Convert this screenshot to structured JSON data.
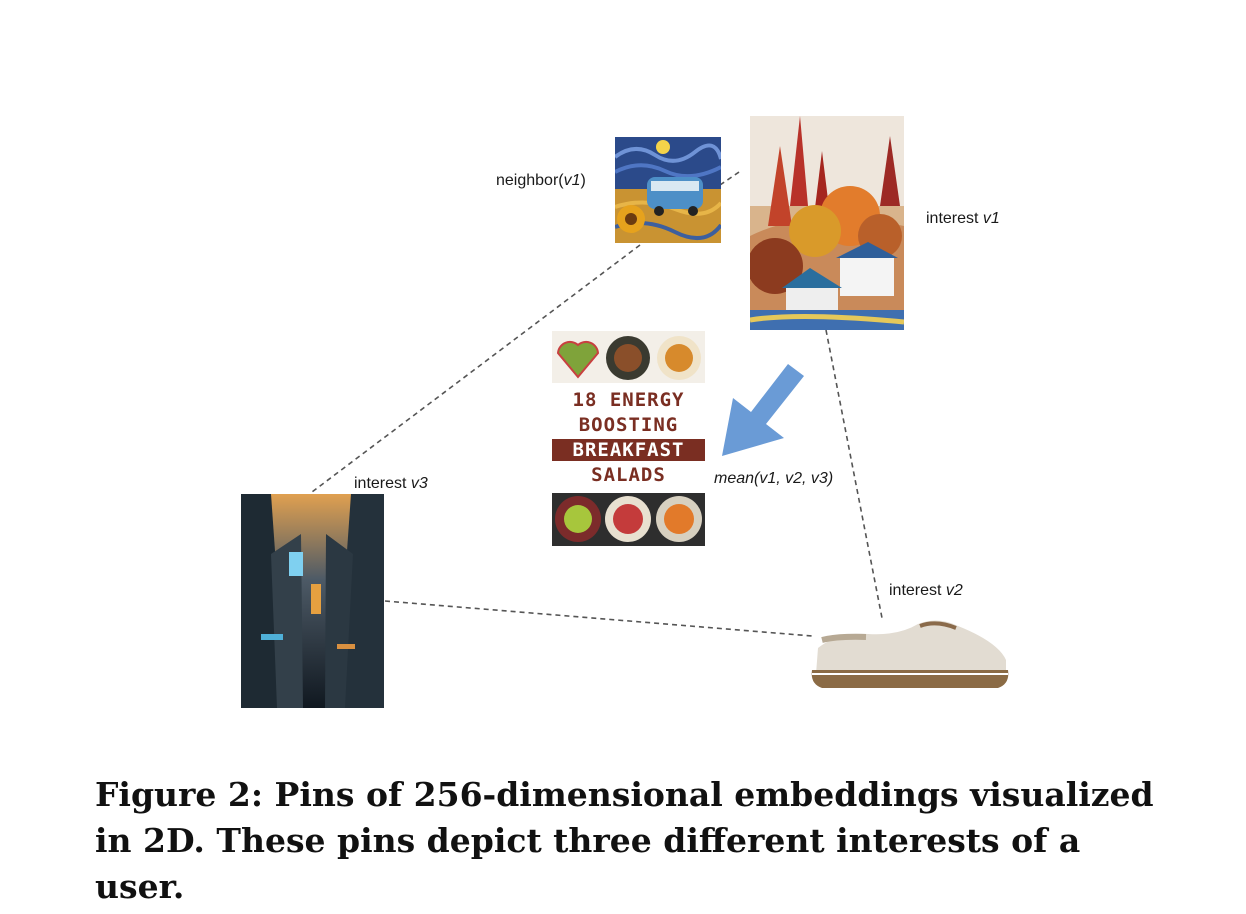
{
  "labels": {
    "neighbor": {
      "prefix": "neighbor(",
      "var": "v1",
      "suffix": ")"
    },
    "interest_v1": {
      "prefix": "interest ",
      "var": "v1"
    },
    "interest_v2": {
      "prefix": "interest ",
      "var": "v2"
    },
    "interest_v3": {
      "prefix": "interest ",
      "var": "v3"
    },
    "mean": "mean(v1, v2, v3)"
  },
  "salad_pin": {
    "line1": "18 ENERGY",
    "line2": "BOOSTING",
    "line3": "BREAKFAST",
    "line4": "SALADS"
  },
  "caption": "Figure 2: Pins of 256-dimensional embeddings visualized in 2D. These pins depict three different interests of a user.",
  "colors": {
    "arrow": "#6a9bd6",
    "dashed_line": "#555555",
    "salad_banner": "#7a2e22",
    "salad_text": "#7a2e22"
  }
}
